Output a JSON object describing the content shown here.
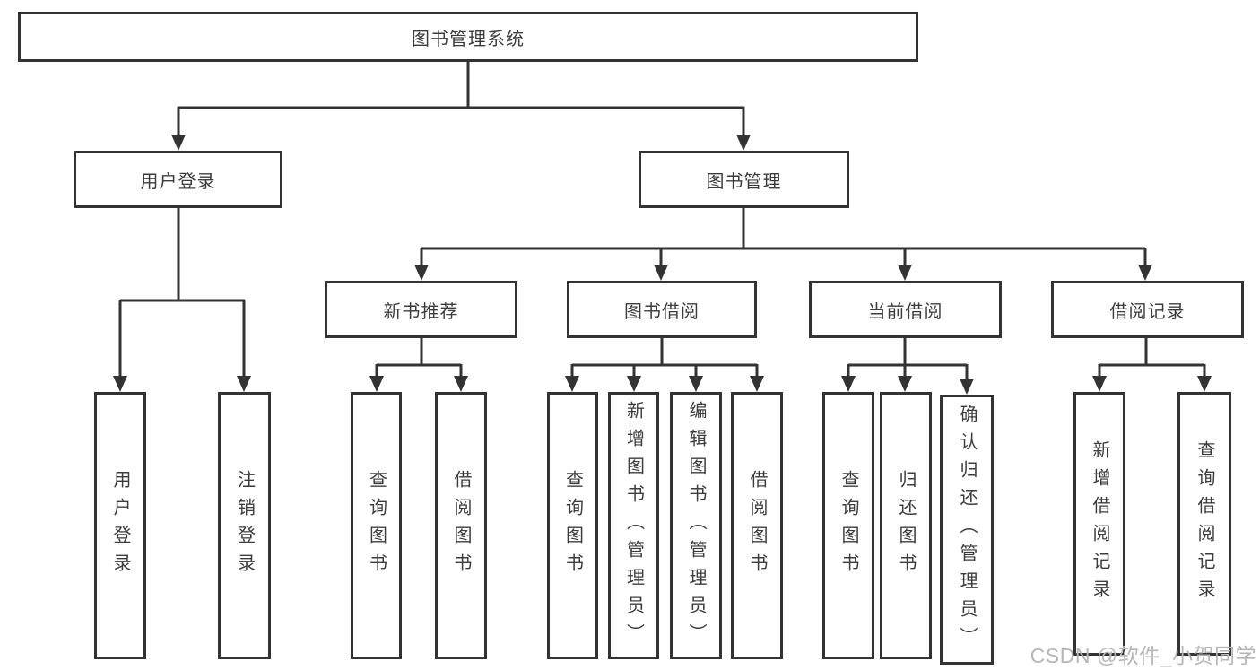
{
  "diagram": {
    "root": {
      "label": "图书管理系统"
    },
    "children": [
      {
        "label": "用户登录",
        "children": [
          {
            "label": "用户登录"
          },
          {
            "label": "注销登录"
          }
        ]
      },
      {
        "label": "图书管理",
        "children": [
          {
            "label": "新书推荐",
            "children": [
              {
                "label": "查询图书"
              },
              {
                "label": "借阅图书"
              }
            ]
          },
          {
            "label": "图书借阅",
            "children": [
              {
                "label": "查询图书"
              },
              {
                "label": "新增图书（管理员）"
              },
              {
                "label": "编辑图书（管理员）"
              },
              {
                "label": "借阅图书"
              }
            ]
          },
          {
            "label": "当前借阅",
            "children": [
              {
                "label": "查询图书"
              },
              {
                "label": "归还图书"
              },
              {
                "label": "确认归还（管理员）"
              }
            ]
          },
          {
            "label": "借阅记录",
            "children": [
              {
                "label": "新增借阅记录"
              },
              {
                "label": "查询借阅记录"
              }
            ]
          }
        ]
      }
    ]
  },
  "colors": {
    "line": "#333333",
    "box_border": "#333333",
    "text": "#3c3c3c",
    "watermark": "#b6b6b6",
    "background": "#ffffff"
  },
  "watermark": {
    "text": "CSDN @软件_小贺同学"
  }
}
